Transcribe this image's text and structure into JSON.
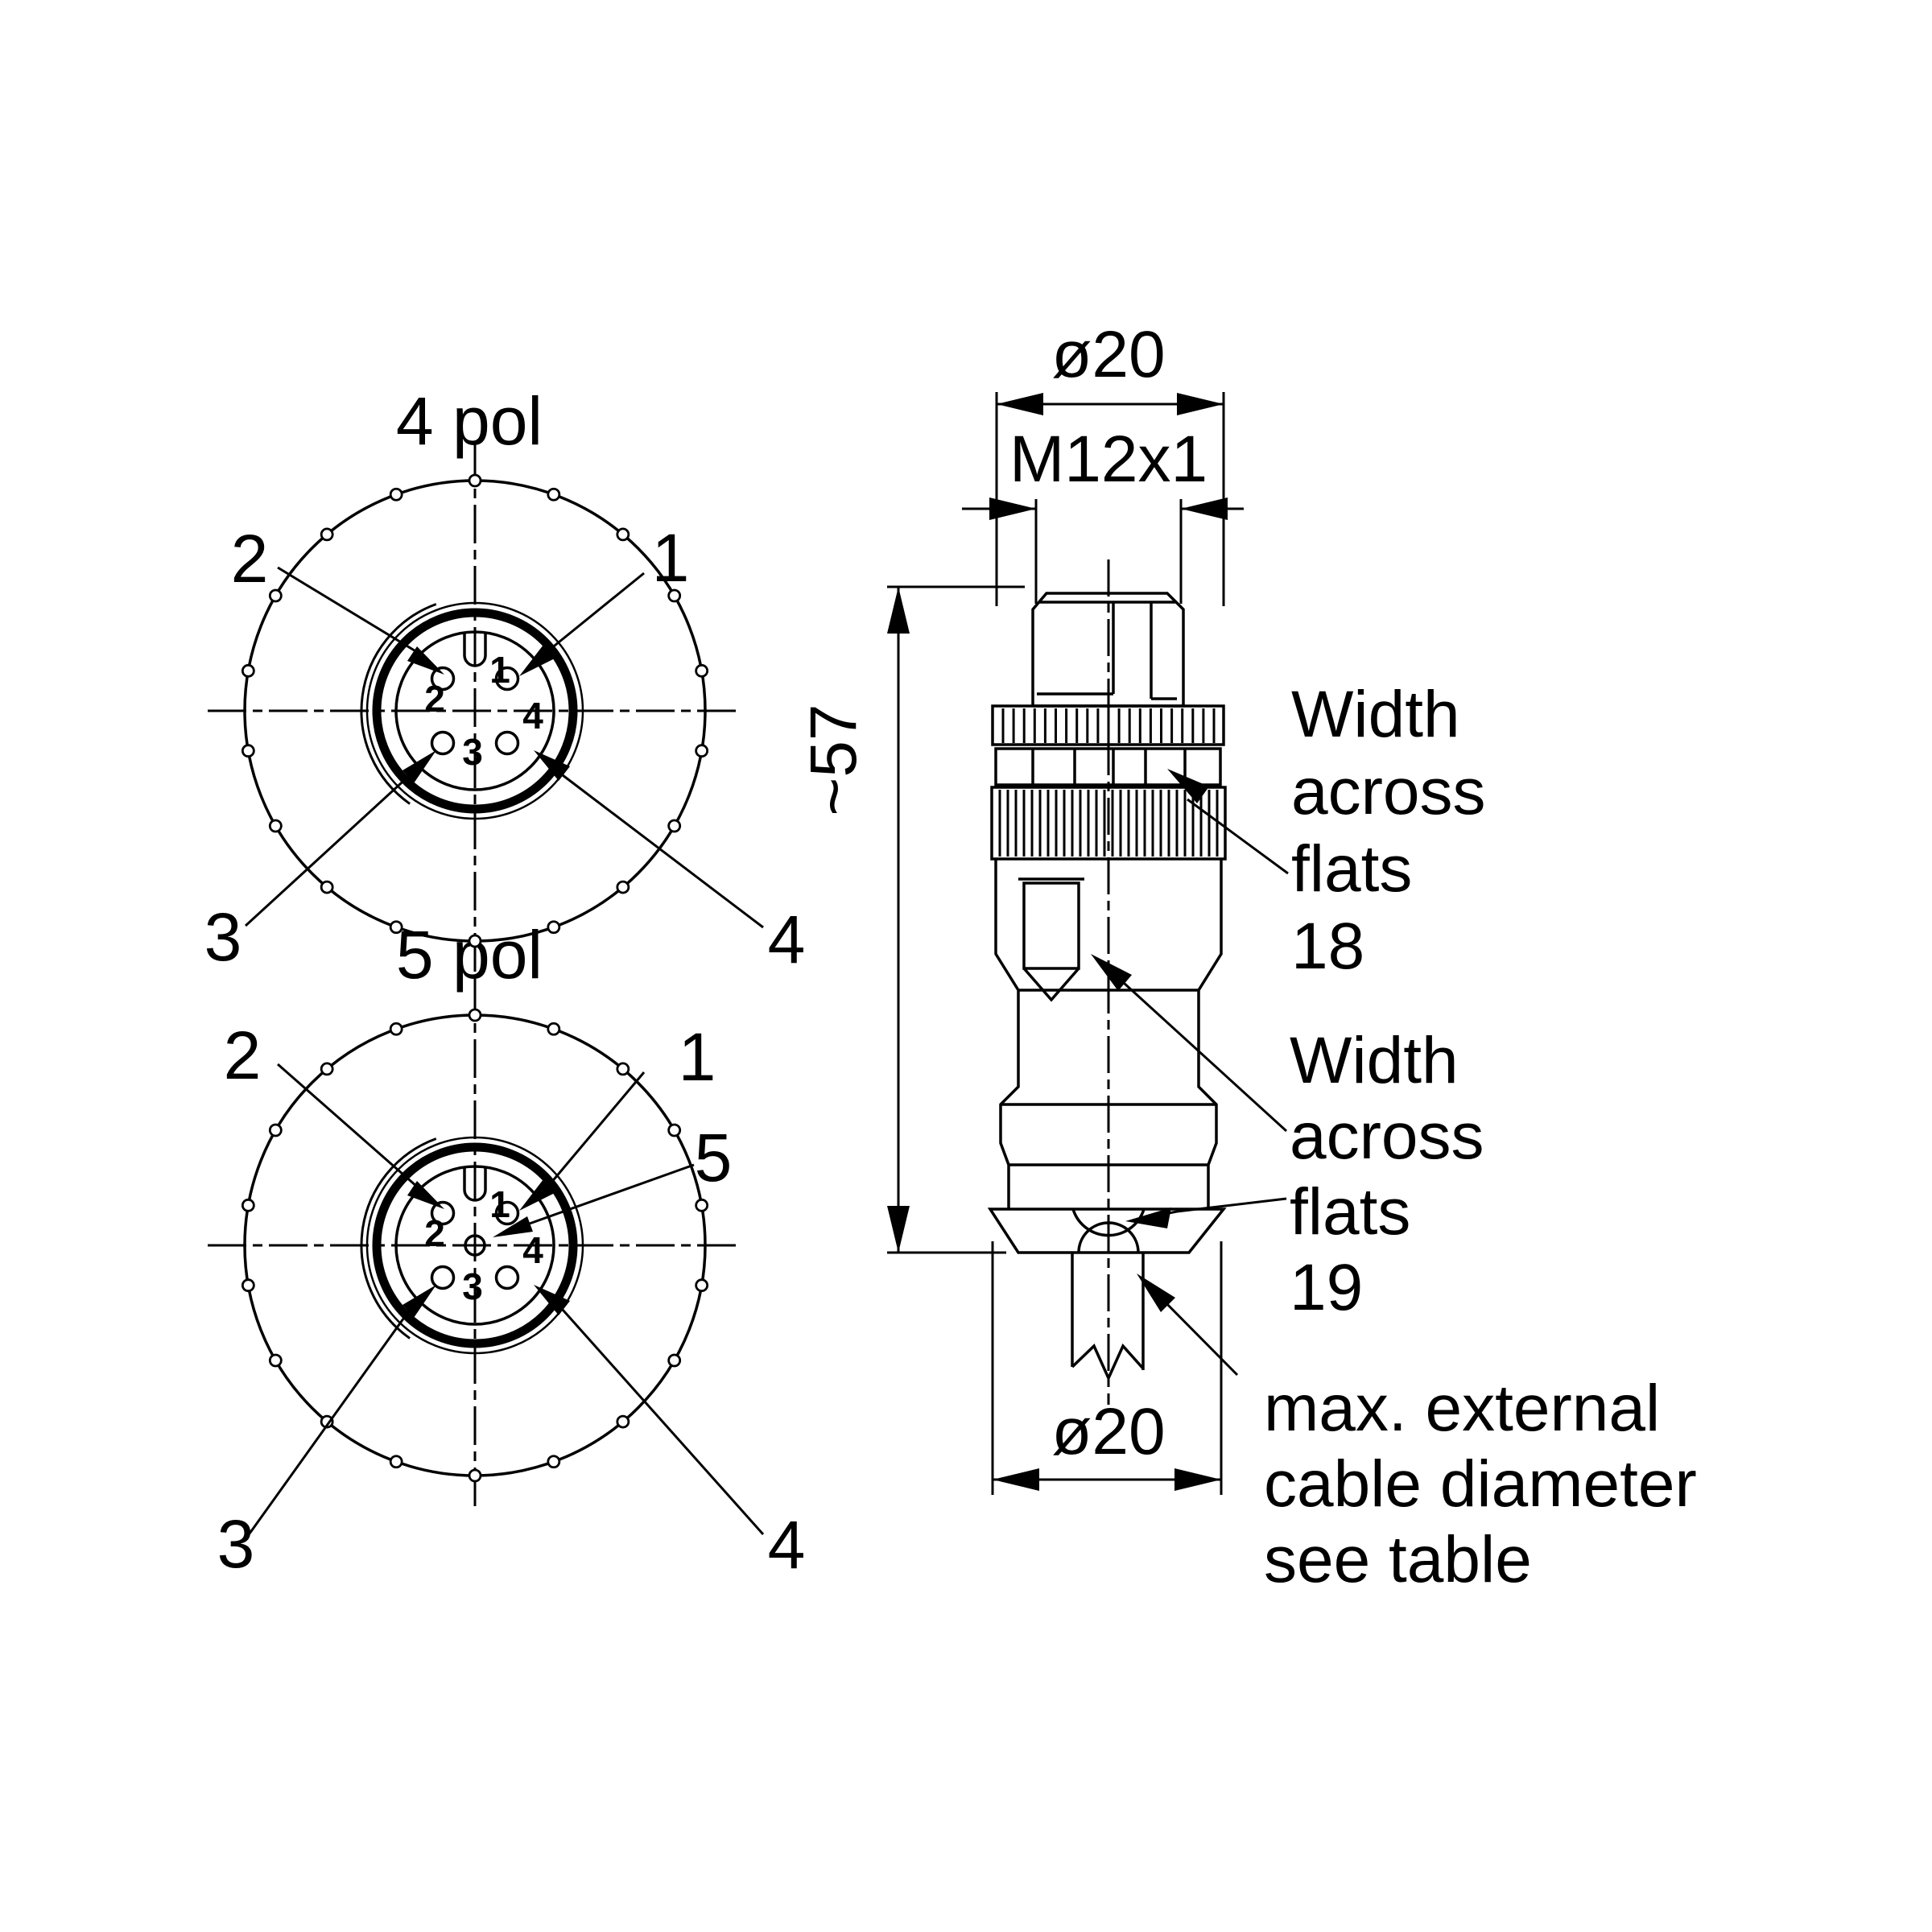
{
  "views": {
    "four_pol": {
      "title": "4 pol",
      "labels": {
        "1": "1",
        "2": "2",
        "3": "3",
        "4": "4"
      }
    },
    "five_pol": {
      "title": "5 pol",
      "labels": {
        "1": "1",
        "2": "2",
        "3": "3",
        "4": "4",
        "5": "5"
      }
    }
  },
  "side_view": {
    "dims": {
      "top_diameter": "ø20",
      "thread": "M12x1",
      "length": "~57",
      "bottom_diameter": "ø20"
    },
    "notes": {
      "flats18": {
        "l1": "Width",
        "l2": "across",
        "l3": "flats",
        "l4": "18"
      },
      "flats19": {
        "l1": "Width",
        "l2": "across",
        "l3": "flats",
        "l4": "19"
      },
      "cable": {
        "l1": "max. external",
        "l2": "cable diameter",
        "l3": "see table"
      }
    }
  }
}
